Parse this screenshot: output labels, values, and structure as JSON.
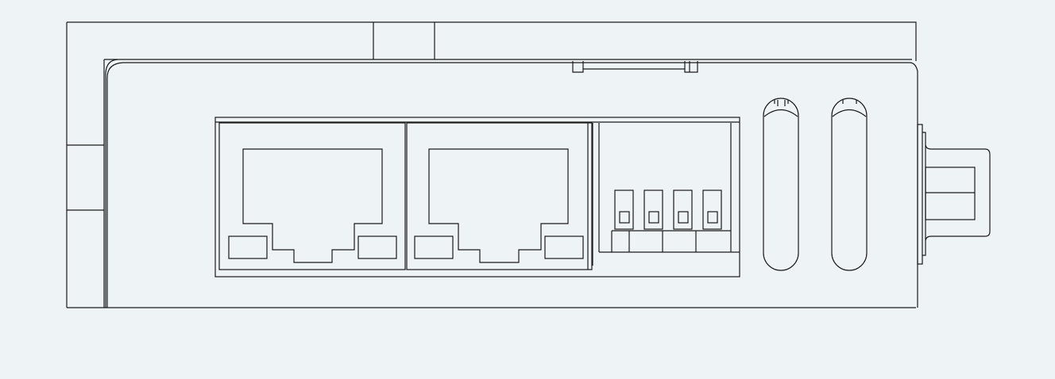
{
  "diagram": {
    "background_color": "#eef3f6",
    "line_color": "#1a1a1a",
    "components": {
      "rj45_ports": 2,
      "dip_switches": 4,
      "led_light_pipes": 2,
      "side_connector": 1
    }
  }
}
